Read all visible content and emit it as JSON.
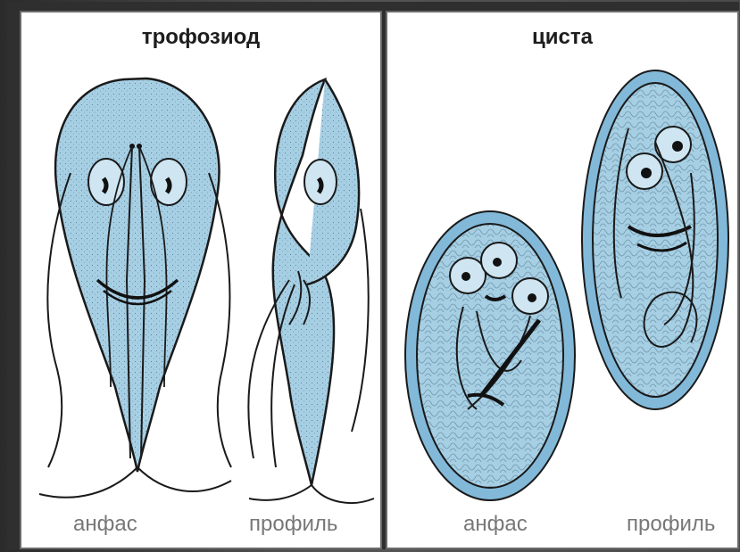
{
  "trophozoite": {
    "title": "трофозиод",
    "caption_front": "анфас",
    "caption_profile": "профиль"
  },
  "cyst": {
    "title": "циста",
    "caption_front": "анфас",
    "caption_profile": "профиль"
  },
  "colors": {
    "cell_fill": "#a7cfe4",
    "cyst_wall": "#82b9d9",
    "outline": "#1a1a1a",
    "background": "#2f2f2f"
  }
}
